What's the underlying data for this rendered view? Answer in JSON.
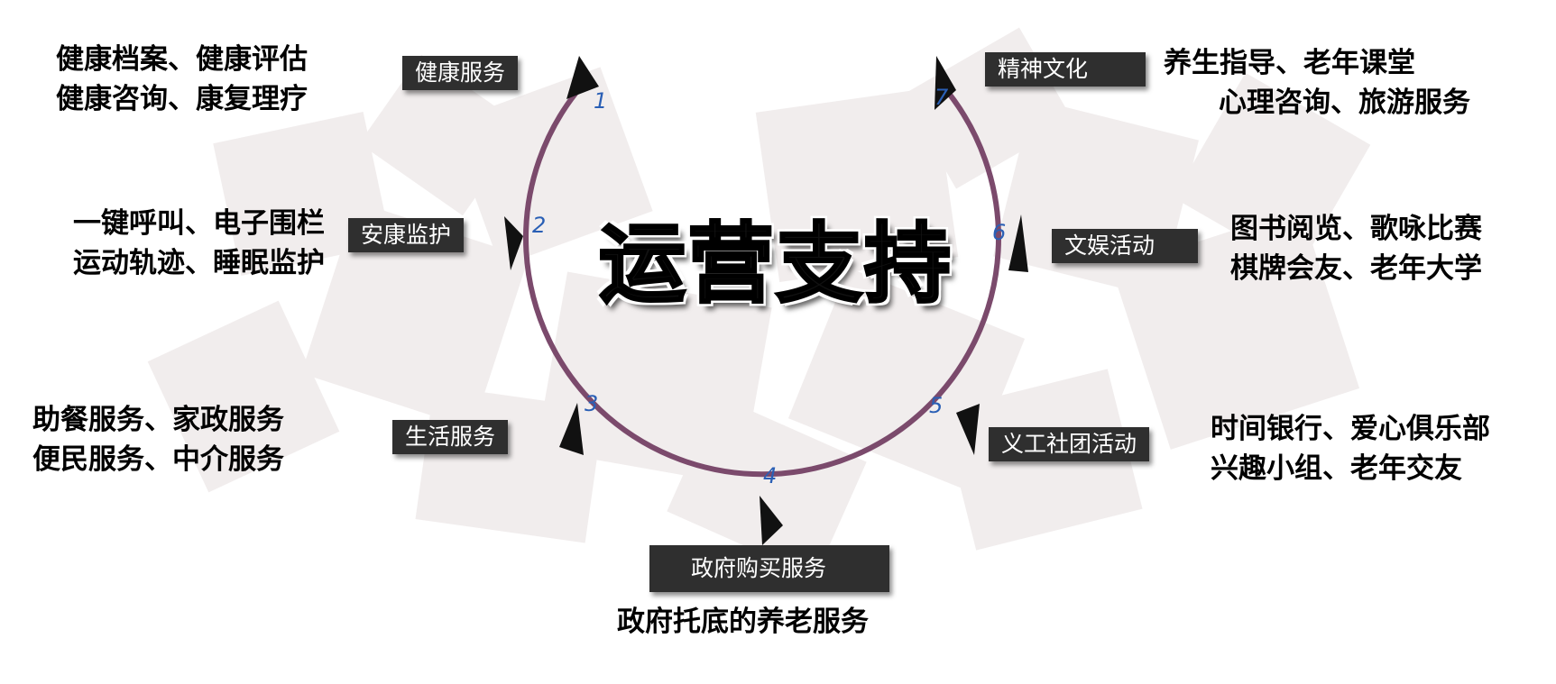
{
  "title": "运营支持",
  "colors": {
    "ring": "#7b4a6c",
    "label_bg": "#2f2f2f",
    "number": "#2a5fb5"
  },
  "nodes": [
    {
      "number": "1",
      "label": "健康服务",
      "lines": [
        "健康档案、健康评估",
        "健康咨询、康复理疗"
      ]
    },
    {
      "number": "2",
      "label": "安康监护",
      "lines": [
        "一键呼叫、电子围栏",
        "运动轨迹、睡眠监护"
      ]
    },
    {
      "number": "3",
      "label": "生活服务",
      "lines": [
        "助餐服务、家政服务",
        "便民服务、中介服务"
      ]
    },
    {
      "number": "4",
      "label": "政府购买服务",
      "lines": [
        "政府托底的养老服务"
      ]
    },
    {
      "number": "5",
      "label": "义工社团活动",
      "lines": [
        "时间银行、爱心俱乐部",
        "兴趣小组、老年交友"
      ]
    },
    {
      "number": "6",
      "label": "文娱活动",
      "lines": [
        "图书阅览、歌咏比赛",
        "棋牌会友、老年大学"
      ]
    },
    {
      "number": "7",
      "label": "精神文化",
      "lines": [
        "养生指导、老年课堂",
        "心理咨询、旅游服务"
      ]
    }
  ]
}
